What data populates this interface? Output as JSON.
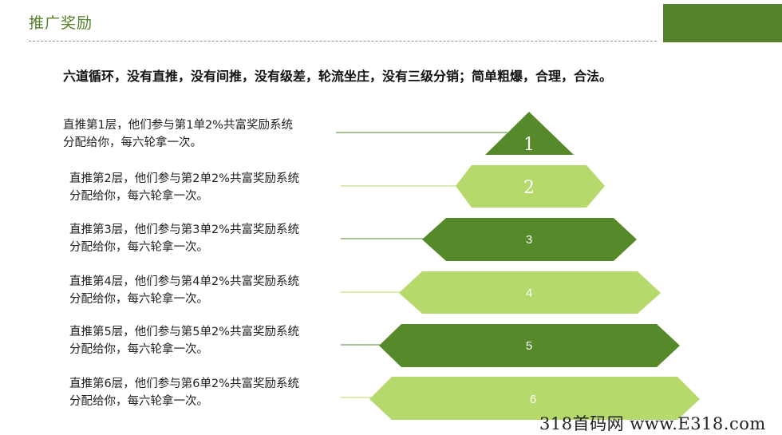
{
  "header": {
    "title": "推广奖励",
    "accent_color": "#55822b"
  },
  "subtitle": "六道循环，没有直推，没有间推，没有级差，轮流坐庄，没有三级分销；简单粗爆，合理，合法。",
  "levels": [
    {
      "label": "1",
      "line1": "直推第1层，他们参与第1单2%共富奖励系统",
      "line2": "分配给你，每六轮拿一次。",
      "color": "#55892a"
    },
    {
      "label": "2",
      "line1": "直推第2层，他们参与第2单2%共富奖励系统",
      "line2": "分配给你，每六轮拿一次。",
      "color": "#b5d96a"
    },
    {
      "label": "3",
      "line1": "直推第3层，他们参与第3单2%共富奖励系统",
      "line2": "分配给你，每六轮拿一次。",
      "color": "#55892a"
    },
    {
      "label": "4",
      "line1": "直推第4层，他们参与第4单2%共富奖励系统",
      "line2": "分配给你，每六轮拿一次。",
      "color": "#b5d96a"
    },
    {
      "label": "5",
      "line1": "直推第5层，他们参与第5单2%共富奖励系统",
      "line2": "分配给你，每六轮拿一次。",
      "color": "#55892a"
    },
    {
      "label": "6",
      "line1": "直推第6层，他们参与第6单2%共富奖励系统",
      "line2": "分配给你，每六轮拿一次。",
      "color": "#b5d96a"
    }
  ],
  "watermark": "318首码网 www.E318.com"
}
